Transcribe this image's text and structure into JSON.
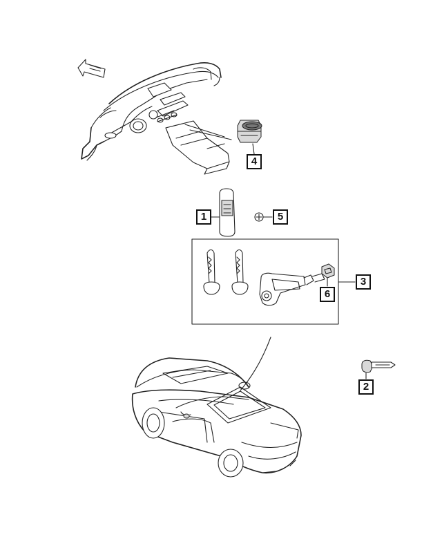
{
  "callouts": {
    "c1": "1",
    "c2": "2",
    "c3": "3",
    "c4": "4",
    "c5": "5",
    "c6": "6"
  },
  "icons": {
    "arrow": "view-direction-arrow-icon",
    "washer": "circle-plus-icon"
  },
  "colors": {
    "line": "#222222",
    "callout_border": "#111111",
    "background": "#ffffff"
  }
}
